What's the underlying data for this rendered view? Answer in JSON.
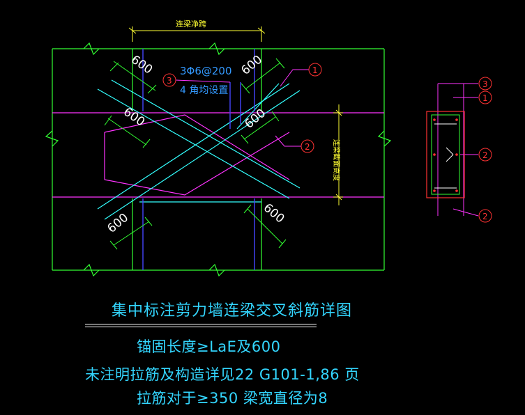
{
  "dimension_labels": {
    "clear_span": "连梁净跨",
    "beam_height": "连梁截面高度",
    "anchor_top_left": "600",
    "anchor_top_right": "600",
    "anchor_mid_left": "600",
    "anchor_mid_right": "600",
    "anchor_bottom_left": "600",
    "anchor_bottom_right": "600"
  },
  "callouts": {
    "tie_spec": "3Φ6@200",
    "tie_note": "4 角均设置",
    "c1": "1",
    "c2": "2",
    "c3": "3",
    "s1": "1",
    "s2a": "2",
    "s2b": "2",
    "s3": "3"
  },
  "notes": {
    "title": "集中标注剪力墙连梁交叉斜筋详图",
    "line1": "锚固长度≥LaE及600",
    "line2": "未注明拉筋及构造详见22 G101-1,86 页",
    "line3": "拉筋对于≥350 梁宽直径为8"
  },
  "colors": {
    "background": "#000000",
    "wall": "#33ff33",
    "rebar_magenta": "#ff33ff",
    "rebar_cyan": "#33ffff",
    "stirrup_blue": "#3333ff",
    "dimension_yellow": "#ffff33",
    "callout_red": "#ff3333",
    "text_cyan": "#33d6ff",
    "text_white": "#ffffff"
  }
}
